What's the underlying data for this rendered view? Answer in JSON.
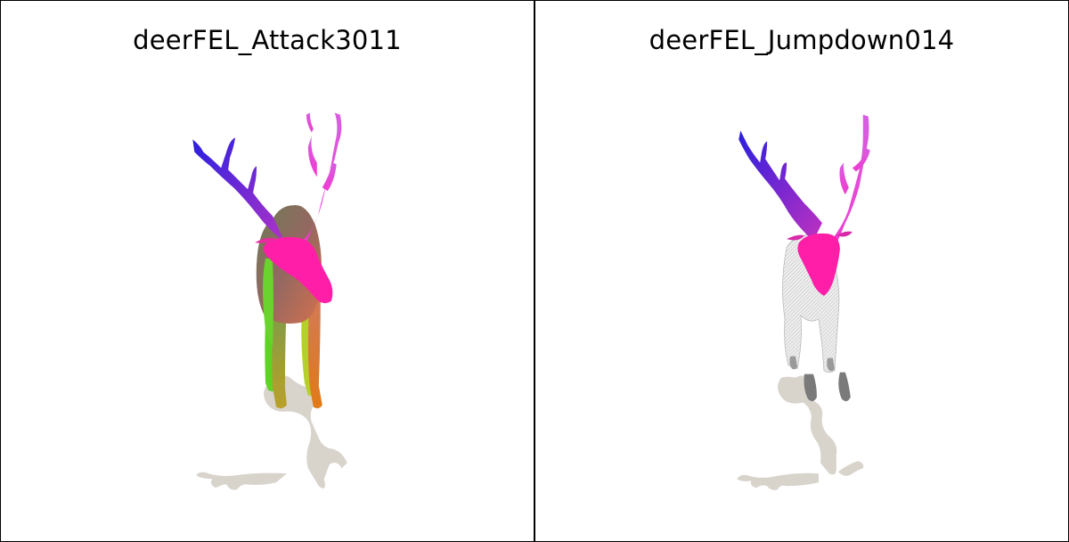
{
  "panels": [
    {
      "title": "deerFEL_Attack3011",
      "render": {
        "shading": "color-gradient",
        "colors": {
          "antler_left": "#2a1fe0",
          "antler_right": "#e040e0",
          "head": "#ff1ea8",
          "body": "#8f6a66",
          "leg_left": "#66dd22",
          "leg_right": "#e07f40",
          "shadow": "#d8d4cc"
        }
      }
    },
    {
      "title": "deerFEL_Jumpdown014",
      "render": {
        "shading": "head-colored-body-wireframe",
        "colors": {
          "antler_left": "#2a1fe0",
          "antler_right": "#e040e0",
          "head": "#ff1ea8",
          "body": "#dcdcdc",
          "hooves": "#777777",
          "shadow": "#d8d4cc"
        }
      }
    }
  ]
}
